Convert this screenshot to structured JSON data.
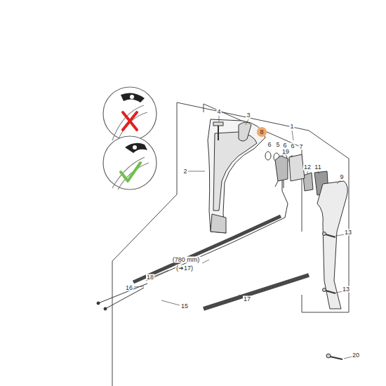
{
  "diagram": {
    "labels": [
      "19",
      "4",
      "3",
      "1",
      "8",
      "6",
      "5",
      "6",
      "6",
      "7",
      "2",
      "12",
      "11",
      "9",
      "13",
      "13",
      "20",
      "(780 mm)",
      "(➔17)",
      "18",
      "16",
      "15",
      "17"
    ]
  }
}
